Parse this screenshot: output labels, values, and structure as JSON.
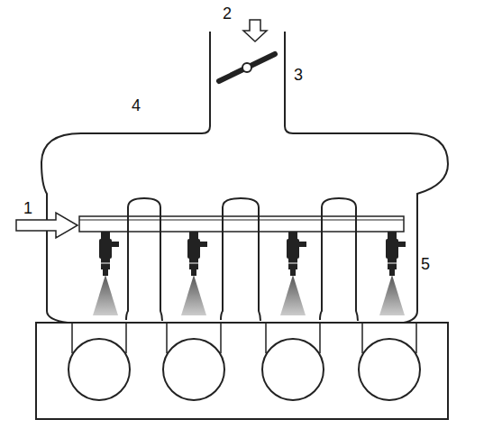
{
  "diagram": {
    "labels": [
      "2",
      "3",
      "4",
      "1",
      "5"
    ]
  }
}
